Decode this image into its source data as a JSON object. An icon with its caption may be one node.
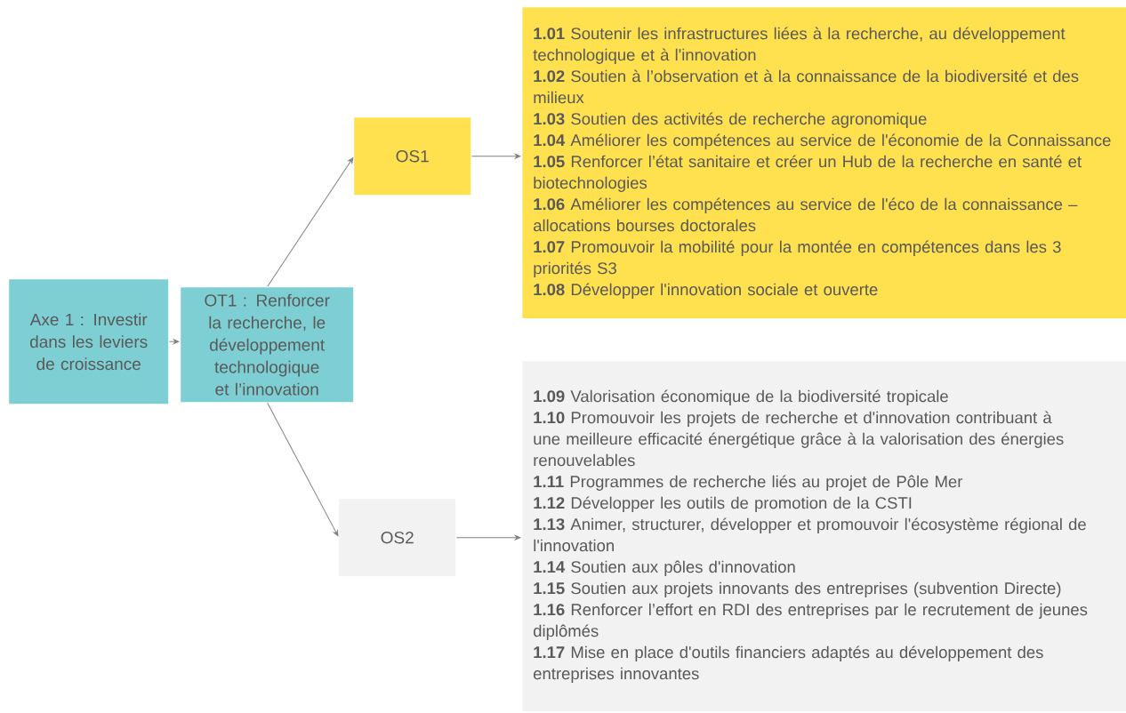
{
  "diagram": {
    "nodes": [
      {
        "text": [
          "Axe 1 : Investir dans les leviers de croissance"
        ]
      },
      {
        "text": [
          "OT1 : Renforcer la recherche, le développement technologique et l’innovation"
        ]
      },
      {
        "text": [
          "OS1"
        ]
      },
      {
        "text": [
          "**1.01** Soutenir les infrastructures liées à la recherche, au développement technologique et à l'innovation",
          "**1.02** Soutien à l’observation et à la connaissance de la biodiversité et des milieux",
          "**1.03** Soutien des activités de recherche agronomique",
          "**1.04** Améliorer les compétences au service de l'économie de la Connaissance",
          "**1.05** Renforcer l’état sanitaire et créer un Hub de la recherche en santé et biotechnologies",
          "**1.06** Améliorer les compétences au service de l'éco de la connaissance – allocations bourses doctorales",
          "**1.07** Promouvoir la mobilité pour la montée en compétences dans les 3 priorités S3",
          "**1.08** Développer l'innovation sociale et ouverte"
        ]
      },
      {
        "text": [
          "OS2"
        ]
      },
      {
        "text": [
          "**1.09** Valorisation économique de la biodiversité tropicale",
          "**1.10** Promouvoir les projets de recherche et d'innovation contribuant à une meilleure efficacité énergétique grâce à la valorisation des énergies renouvelables",
          "**1.11** Programmes de recherche liés au projet de Pôle Mer",
          "**1.12** Développer les outils de promotion de la CSTI",
          "**1.13** Animer, structurer, développer et promouvoir l'écosystème régional de l'innovation",
          "**1.14** Soutien aux pôles d'innovation",
          "**1.15** Soutien aux projets innovants des entreprises (subvention Directe)",
          "**1.16** Renforcer l’effort en RDI des entreprises par le recrutement de jeunes diplômés",
          "**1.17** Mise en place d'outils financiers adaptés au développement des entreprises innovantes"
        ]
      }
    ],
    "edges": [
      {
        "from": 0,
        "to": 1,
        "arrow": "to"
      },
      {
        "from": 1,
        "to": 2,
        "arrow": "to"
      },
      {
        "from": 1,
        "to": 4,
        "arrow": "to"
      },
      {
        "from": 2,
        "to": 3,
        "arrow": "to"
      },
      {
        "from": 4,
        "to": 5,
        "arrow": "to"
      }
    ]
  }
}
